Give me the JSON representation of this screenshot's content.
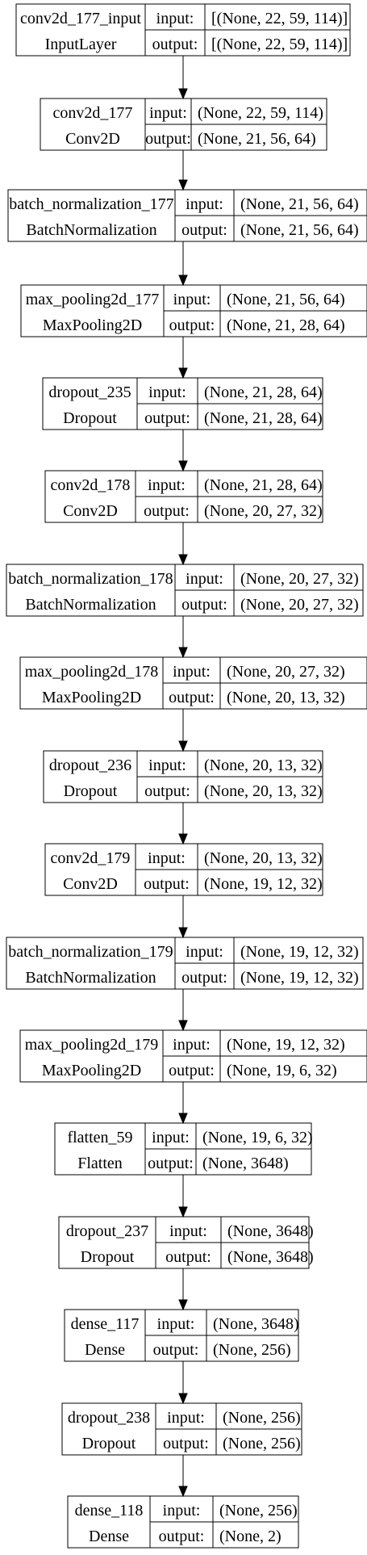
{
  "diagram": {
    "nodes": [
      {
        "name": "conv2d_177_input",
        "type": "InputLayer",
        "input_label": "input:",
        "output_label": "output:",
        "input_shape": "[(None, 22, 59, 114)]",
        "output_shape": "[(None, 22, 59, 114)]"
      },
      {
        "name": "conv2d_177",
        "type": "Conv2D",
        "input_label": "input:",
        "output_label": "output:",
        "input_shape": "(None, 22, 59, 114)",
        "output_shape": "(None, 21, 56, 64)"
      },
      {
        "name": "batch_normalization_177",
        "type": "BatchNormalization",
        "input_label": "input:",
        "output_label": "output:",
        "input_shape": "(None, 21, 56, 64)",
        "output_shape": "(None, 21, 56, 64)"
      },
      {
        "name": "max_pooling2d_177",
        "type": "MaxPooling2D",
        "input_label": "input:",
        "output_label": "output:",
        "input_shape": "(None, 21, 56, 64)",
        "output_shape": "(None, 21, 28, 64)"
      },
      {
        "name": "dropout_235",
        "type": "Dropout",
        "input_label": "input:",
        "output_label": "output:",
        "input_shape": "(None, 21, 28, 64)",
        "output_shape": "(None, 21, 28, 64)"
      },
      {
        "name": "conv2d_178",
        "type": "Conv2D",
        "input_label": "input:",
        "output_label": "output:",
        "input_shape": "(None, 21, 28, 64)",
        "output_shape": "(None, 20, 27, 32)"
      },
      {
        "name": "batch_normalization_178",
        "type": "BatchNormalization",
        "input_label": "input:",
        "output_label": "output:",
        "input_shape": "(None, 20, 27, 32)",
        "output_shape": "(None, 20, 27, 32)"
      },
      {
        "name": "max_pooling2d_178",
        "type": "MaxPooling2D",
        "input_label": "input:",
        "output_label": "output:",
        "input_shape": "(None, 20, 27, 32)",
        "output_shape": "(None, 20, 13, 32)"
      },
      {
        "name": "dropout_236",
        "type": "Dropout",
        "input_label": "input:",
        "output_label": "output:",
        "input_shape": "(None, 20, 13, 32)",
        "output_shape": "(None, 20, 13, 32)"
      },
      {
        "name": "conv2d_179",
        "type": "Conv2D",
        "input_label": "input:",
        "output_label": "output:",
        "input_shape": "(None, 20, 13, 32)",
        "output_shape": "(None, 19, 12, 32)"
      },
      {
        "name": "batch_normalization_179",
        "type": "BatchNormalization",
        "input_label": "input:",
        "output_label": "output:",
        "input_shape": "(None, 19, 12, 32)",
        "output_shape": "(None, 19, 12, 32)"
      },
      {
        "name": "max_pooling2d_179",
        "type": "MaxPooling2D",
        "input_label": "input:",
        "output_label": "output:",
        "input_shape": "(None, 19, 12, 32)",
        "output_shape": "(None, 19, 6, 32)"
      },
      {
        "name": "flatten_59",
        "type": "Flatten",
        "input_label": "input:",
        "output_label": "output:",
        "input_shape": "(None, 19, 6, 32)",
        "output_shape": "(None, 3648)"
      },
      {
        "name": "dropout_237",
        "type": "Dropout",
        "input_label": "input:",
        "output_label": "output:",
        "input_shape": "(None, 3648)",
        "output_shape": "(None, 3648)"
      },
      {
        "name": "dense_117",
        "type": "Dense",
        "input_label": "input:",
        "output_label": "output:",
        "input_shape": "(None, 3648)",
        "output_shape": "(None, 256)"
      },
      {
        "name": "dropout_238",
        "type": "Dropout",
        "input_label": "input:",
        "output_label": "output:",
        "input_shape": "(None, 256)",
        "output_shape": "(None, 256)"
      },
      {
        "name": "dense_118",
        "type": "Dense",
        "input_label": "input:",
        "output_label": "output:",
        "input_shape": "(None, 256)",
        "output_shape": "(None, 2)"
      }
    ]
  }
}
